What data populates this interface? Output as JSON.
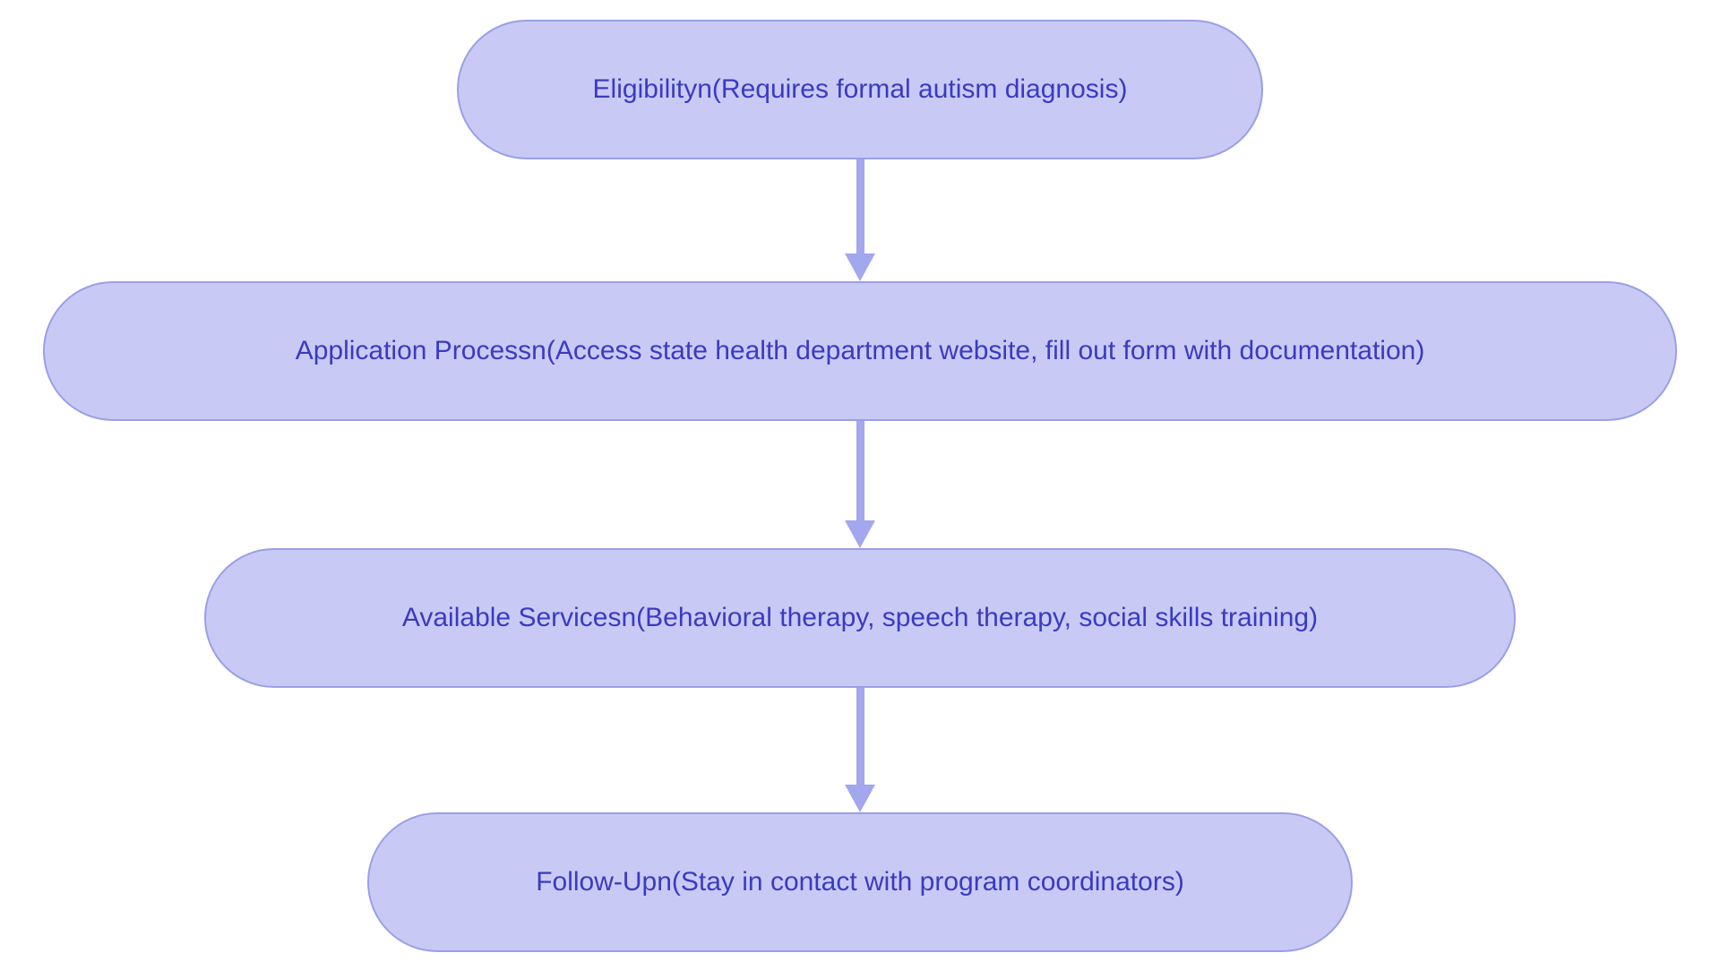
{
  "diagram": {
    "type": "flowchart",
    "direction": "top-down",
    "nodes": [
      {
        "id": "eligibility",
        "label": "Eligibilityn(Requires formal autism diagnosis)"
      },
      {
        "id": "application-process",
        "label": "Application Processn(Access state health department website, fill out form with documentation)"
      },
      {
        "id": "available-services",
        "label": "Available Servicesn(Behavioral therapy, speech therapy, social skills training)"
      },
      {
        "id": "follow-up",
        "label": "Follow-Upn(Stay in contact with program coordinators)"
      }
    ],
    "edges": [
      {
        "from": "eligibility",
        "to": "application-process"
      },
      {
        "from": "application-process",
        "to": "available-services"
      },
      {
        "from": "available-services",
        "to": "follow-up"
      }
    ]
  },
  "colors": {
    "background": "#ffffff",
    "node-fill": "#c8caf5",
    "node-border": "#9a9fe7",
    "node-text": "#3b3ac2",
    "arrow": "#a2a7ee"
  }
}
